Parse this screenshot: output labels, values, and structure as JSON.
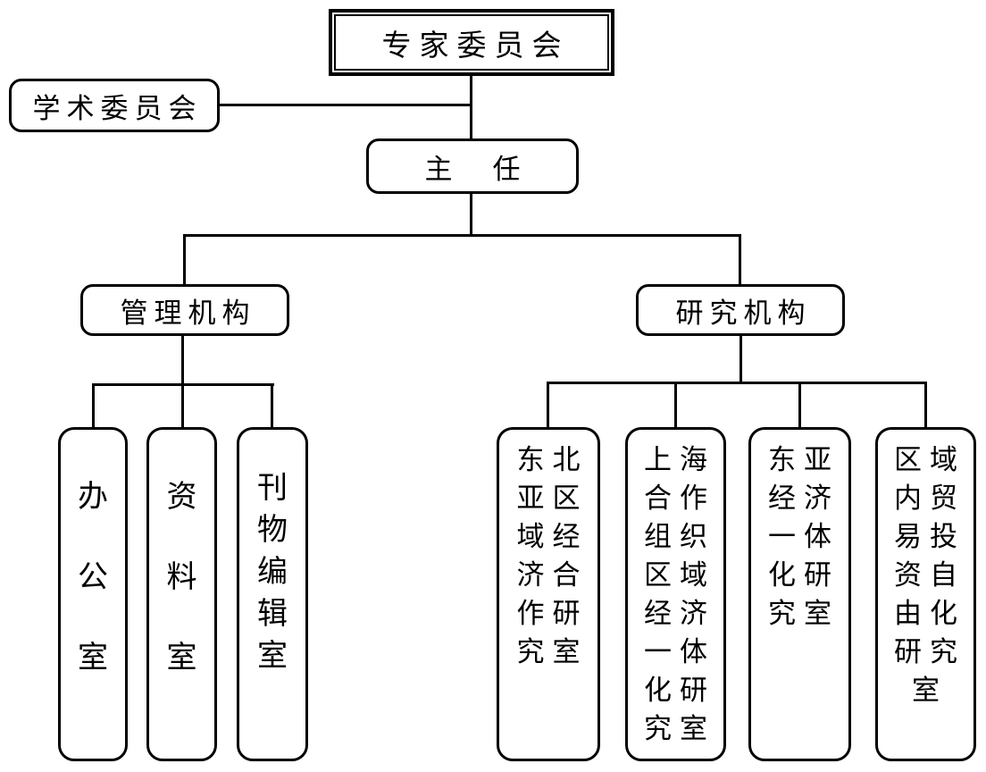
{
  "org": {
    "expert_committee": "专家委员会",
    "academic_committee": "学术委员会",
    "director": "主　任",
    "management": {
      "label": "管理机构",
      "children": [
        "办公室",
        "资料室",
        "刊物编辑室"
      ]
    },
    "research": {
      "label": "研究机构",
      "children": [
        "东北亚区域经济合作研究室",
        "上海合作组织区域经济一体化研究室",
        "东亚经济一体化研究室",
        "区域内贸易投资自由化研究室"
      ]
    }
  }
}
